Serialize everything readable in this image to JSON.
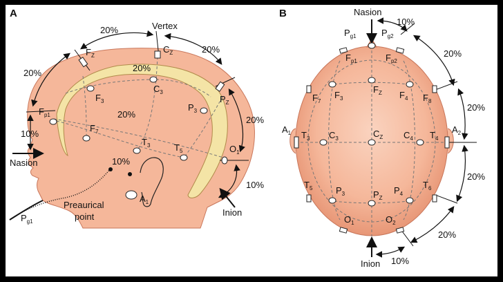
{
  "panels": {
    "a_label": "A",
    "b_label": "B"
  },
  "side_view": {
    "landmarks": {
      "vertex": "Vertex",
      "nasion": "Nasion",
      "inion": "Inion",
      "preauricular_line1": "Preaurical",
      "preauricular_line2": "point"
    },
    "percentages": {
      "top_left": "20%",
      "top_right": "20%",
      "left_upper": "20%",
      "right_upper": "20%",
      "left_lower": "10%",
      "right_lower": "10%",
      "inner_top": "20%",
      "inner_mid": "20%",
      "ear": "10%"
    },
    "electrodes": [
      {
        "base": "F",
        "sub": "Z"
      },
      {
        "base": "C",
        "sub": "Z"
      },
      {
        "base": "P",
        "sub": "Z"
      },
      {
        "base": "F",
        "sub": "p1"
      },
      {
        "base": "F",
        "sub": "3"
      },
      {
        "base": "C",
        "sub": "3"
      },
      {
        "base": "P",
        "sub": "3"
      },
      {
        "base": "F",
        "sub": "7"
      },
      {
        "base": "T",
        "sub": "3"
      },
      {
        "base": "T",
        "sub": "5"
      },
      {
        "base": "O",
        "sub": "1"
      },
      {
        "base": "A",
        "sub": "1"
      },
      {
        "base": "P",
        "sub": "g1"
      }
    ]
  },
  "top_view": {
    "landmarks": {
      "nasion": "Nasion",
      "inion": "Inion"
    },
    "percentages": {
      "top": "10%",
      "right1": "20%",
      "right2": "20%",
      "right3": "20%",
      "bottom_right": "20%",
      "bottom": "10%"
    },
    "electrodes": [
      {
        "base": "P",
        "sub": "g1"
      },
      {
        "base": "P",
        "sub": "g2"
      },
      {
        "base": "F",
        "sub": "p1"
      },
      {
        "base": "F",
        "sub": "p2"
      },
      {
        "base": "F",
        "sub": "7"
      },
      {
        "base": "F",
        "sub": "3"
      },
      {
        "base": "F",
        "sub": "Z"
      },
      {
        "base": "F",
        "sub": "4"
      },
      {
        "base": "F",
        "sub": "8"
      },
      {
        "base": "A",
        "sub": "1"
      },
      {
        "base": "T",
        "sub": "3"
      },
      {
        "base": "C",
        "sub": "3"
      },
      {
        "base": "C",
        "sub": "Z"
      },
      {
        "base": "C",
        "sub": "4"
      },
      {
        "base": "T",
        "sub": "4"
      },
      {
        "base": "A",
        "sub": "2"
      },
      {
        "base": "T",
        "sub": "5"
      },
      {
        "base": "P",
        "sub": "3"
      },
      {
        "base": "P",
        "sub": "Z"
      },
      {
        "base": "P",
        "sub": "4"
      },
      {
        "base": "T",
        "sub": "6"
      },
      {
        "base": "O",
        "sub": "1"
      },
      {
        "base": "O",
        "sub": "2"
      }
    ]
  },
  "colors": {
    "background": "#000000",
    "panel": "#ffffff",
    "skin": "#f5b79a",
    "skin_dark": "#e89375",
    "brain_band": "#f4e4a6",
    "line": "#111111",
    "dash": "#777777"
  }
}
